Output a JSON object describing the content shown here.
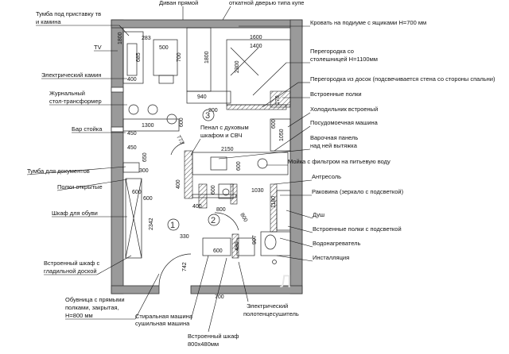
{
  "labels_left": [
    {
      "id": "tv-stand",
      "lines": [
        "Тумба под приставку тв",
        "и камина"
      ]
    },
    {
      "id": "tv",
      "lines": [
        "TV"
      ]
    },
    {
      "id": "fireplace",
      "lines": [
        "Электрический камин"
      ]
    },
    {
      "id": "table",
      "lines": [
        "Журнальный",
        "стол-трансформер"
      ]
    },
    {
      "id": "bar",
      "lines": [
        "Бар стойка"
      ]
    },
    {
      "id": "docs",
      "lines": [
        "Тумба для документов"
      ]
    },
    {
      "id": "open-shelves",
      "lines": [
        "Полки открытые"
      ]
    },
    {
      "id": "shoe",
      "lines": [
        "Шкаф для обуви"
      ]
    },
    {
      "id": "ironing",
      "lines": [
        "Встроенный шкаф с",
        "гладильной доской"
      ]
    },
    {
      "id": "shoe-rack",
      "lines": [
        "Обувница с прямыми",
        "полками, закрытая,",
        "H=800 мм"
      ]
    }
  ],
  "labels_top": [
    {
      "id": "sofa",
      "text": "Диван прямой"
    },
    {
      "id": "coupe",
      "text": "откатной дверью типа купе"
    }
  ],
  "labels_right": [
    {
      "id": "bed",
      "text": "Кровать на подиуме с ящиками H=700 мм"
    },
    {
      "id": "partition1",
      "lines": [
        "Перегородка со",
        "столешницей H=1100мм"
      ]
    },
    {
      "id": "partition2",
      "text": "Перегородка из досок (подсвечивается стена со стороны спальни)"
    },
    {
      "id": "shelves-builtin",
      "text": "Встроенные полки"
    },
    {
      "id": "fridge",
      "text": "Холодильник встроеный"
    },
    {
      "id": "dishwasher",
      "text": "Посудомоечная машина"
    },
    {
      "id": "hob",
      "lines": [
        "Варочная панель",
        "над ней вытяжка"
      ]
    },
    {
      "id": "sink-filter",
      "text": "Мойка с фильтром на питьевую воду"
    },
    {
      "id": "antresol",
      "text": "Антресоль"
    },
    {
      "id": "bath-sink",
      "text": "Раковина (зеркало с подсветкой)"
    },
    {
      "id": "shower",
      "text": "Душ"
    },
    {
      "id": "lit-shelves",
      "text": "Встроенные полки с подсветкой"
    },
    {
      "id": "heater",
      "text": "Водонагреватель"
    },
    {
      "id": "install",
      "text": "Инсталляция"
    }
  ],
  "labels_bottom": [
    {
      "id": "washer",
      "lines": [
        "Стиральная машина",
        "сушильная машина"
      ]
    },
    {
      "id": "wardrobe",
      "lines": [
        "Встроенный шкаф",
        "800x480мм"
      ]
    },
    {
      "id": "towel",
      "lines": [
        "Электрический",
        "полотенцесушитель"
      ]
    }
  ],
  "center_note": [
    "Пенал с духовым",
    "шкафом и СВЧ"
  ],
  "room_numbers": [
    "1",
    "2",
    "3"
  ],
  "dims": {
    "d283": "283",
    "d685": "685",
    "d500": "500",
    "d700": "700",
    "d400a": "400",
    "d1800a": "1800",
    "d1800b": "1800",
    "d1600": "1600",
    "d1400": "1400",
    "d2300": "2300",
    "d940": "940",
    "d200": "200",
    "d170": "170",
    "d1300": "1300",
    "d600a": "600",
    "d450a": "450",
    "d450b": "450",
    "d600b": "600",
    "d1050": "1050",
    "d2150": "2150",
    "d650": "650",
    "d300": "300",
    "d600c": "600",
    "d773": "773",
    "d600d": "600",
    "d400b": "400",
    "d600e": "600",
    "d1030": "1030",
    "d1180": "1180",
    "d400c": "400",
    "d800a": "800",
    "d800b": "800",
    "d2342": "2342",
    "d330": "330",
    "d907": "907",
    "d600f": "600",
    "d480": "480",
    "d742": "742",
    "d700b": "700",
    "d600g": "600"
  },
  "watermark": "Л"
}
